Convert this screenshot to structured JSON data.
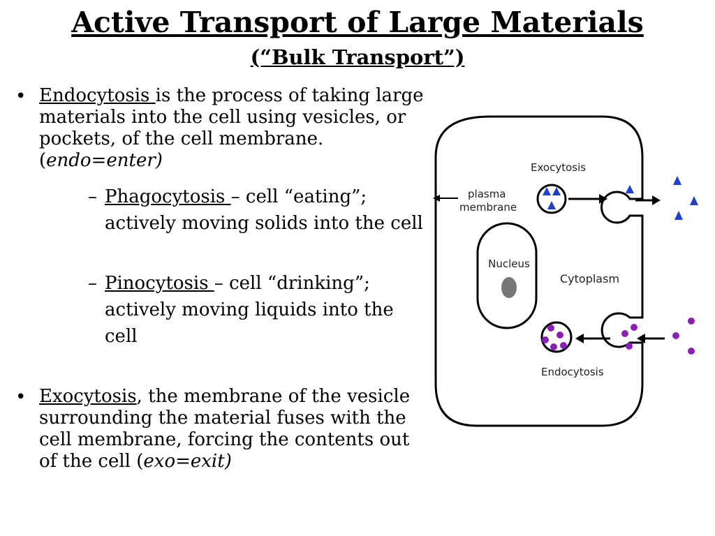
{
  "title": "Active Transport of Large Materials",
  "subtitle": "(“Bulk Transport”)",
  "bullets": {
    "endocytosis": {
      "term": "Endocytosis ",
      "text": "is the process of taking large materials into the cell using vesicles, or pockets, of the cell membrane.",
      "paren_open": "(",
      "italic": "endo=enter)"
    },
    "phagocytosis": {
      "term": "Phagocytosis ",
      "text": "– cell “eating”; actively moving solids into the cell"
    },
    "pinocytosis": {
      "term": "Pinocytosis ",
      "text": "– cell “drinking”; actively moving liquids into the cell"
    },
    "exocytosis": {
      "term": "Exocytosis",
      "text": ", the membrane of the vesicle surrounding the material fuses with the cell membrane, forcing the contents out of the cell",
      "paren_open": "(",
      "italic": "exo=exit)"
    }
  },
  "markers": {
    "bullet": "•",
    "dash": "–"
  },
  "diagram": {
    "exocytosis_label": "Exocytosis",
    "plasma_line1": "plasma",
    "plasma_line2": "membrane",
    "nucleus_label": "Nucleus",
    "cytoplasm_label": "Cytoplasm",
    "endocytosis_label": "Endocytosis",
    "colors": {
      "triangles": "#1f3fd0",
      "dots": "#8a1fb8",
      "outline": "#000000",
      "nucleolus": "#777777"
    }
  }
}
